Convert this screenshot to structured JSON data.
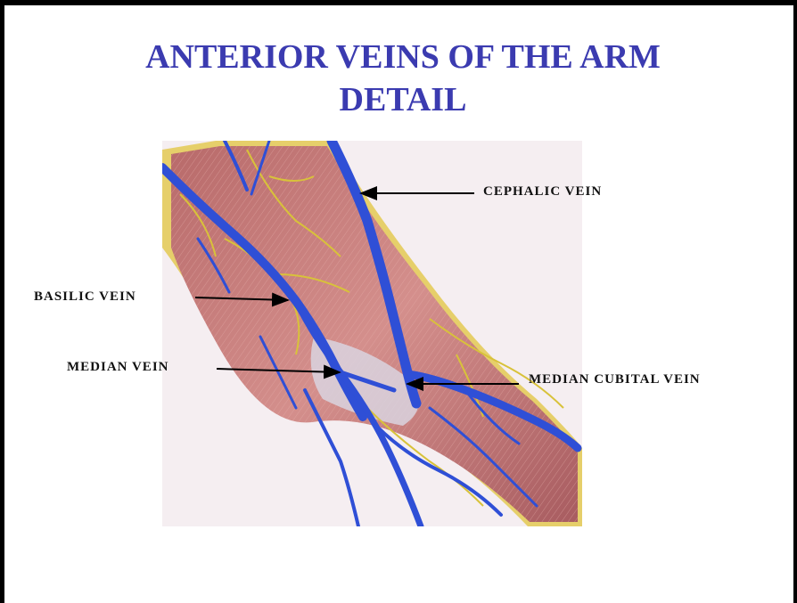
{
  "title": {
    "line1": "ANTERIOR VEINS OF THE ARM",
    "line2": "DETAIL"
  },
  "labels": {
    "cephalic": "CEPHALIC VEIN",
    "basilic": "BASILIC VEIN",
    "median": "MEDIAN VEIN",
    "median_cubital": "MEDIAN CUBITAL VEIN"
  },
  "colors": {
    "title": "#3b3bb0",
    "vein": "#2f4fd6",
    "muscle": "#c97b7b",
    "nerve": "#d8c23a",
    "fat": "#e6cf6a",
    "pointer": "#000000"
  }
}
